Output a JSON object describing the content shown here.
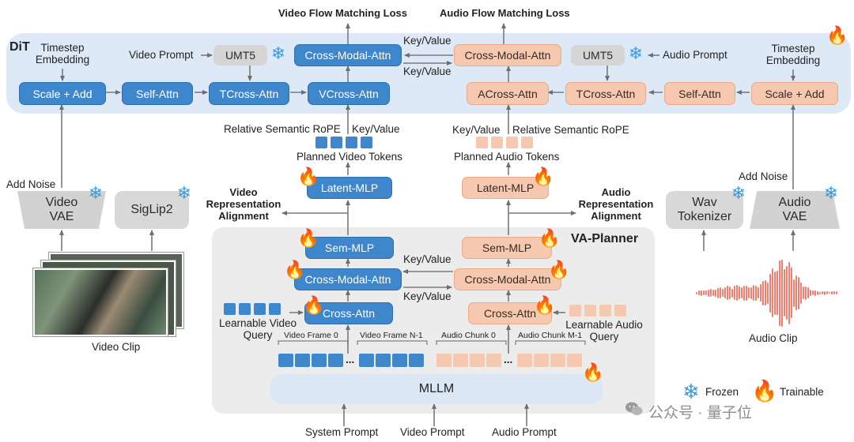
{
  "dit": {
    "title": "DiT",
    "video_loss": "Video Flow Matching Loss",
    "audio_loss": "Audio Flow Matching Loss",
    "timestep_left": "Timestep\nEmbedding",
    "timestep_right": "Timestep\nEmbedding",
    "video_prompt": "Video Prompt",
    "audio_prompt": "Audio Prompt",
    "umt5": "UMT5",
    "v_cross_modal": "Cross-Modal-Attn",
    "a_cross_modal": "Cross-Modal-Attn",
    "kv_top": "Key/Value",
    "kv_bottom": "Key/Value",
    "v_scale_add": "Scale + Add",
    "v_self_attn": "Self-Attn",
    "v_tcross": "TCross-Attn",
    "v_vcross": "VCross-Attn",
    "a_across": "ACross-Attn",
    "a_tcross": "TCross-Attn",
    "a_self_attn": "Self-Attn",
    "a_scale_add": "Scale + Add"
  },
  "middle": {
    "rel_rope_left": "Relative Semantic RoPE",
    "kv_left": "Key/Value",
    "kv_right": "Key/Value",
    "rel_rope_right": "Relative Semantic RoPE",
    "planned_video": "Planned Video Tokens",
    "planned_audio": "Planned Audio Tokens",
    "latent_mlp_v": "Latent-MLP",
    "latent_mlp_a": "Latent-MLP",
    "video_repr_align": "Video\nRepresentation\nAlignment",
    "audio_repr_align": "Audio\nRepresentation\nAlignment"
  },
  "encoders": {
    "add_noise_left": "Add Noise",
    "add_noise_right": "Add Noise",
    "video_vae": "Video\nVAE",
    "siglip2": "SigLip2",
    "wav_tokenizer": "Wav\nTokenizer",
    "audio_vae": "Audio\nVAE",
    "video_clip": "Video Clip",
    "audio_clip": "Audio Clip"
  },
  "planner": {
    "title": "VA-Planner",
    "sem_mlp_v": "Sem-MLP",
    "sem_mlp_a": "Sem-MLP",
    "cross_modal_v": "Cross-Modal-Attn",
    "cross_modal_a": "Cross-Modal-Attn",
    "kv_top": "Key/Value",
    "kv_bottom": "Key/Value",
    "cross_attn_v": "Cross-Attn",
    "cross_attn_a": "Cross-Attn",
    "learnable_video": "Learnable Video\nQuery",
    "learnable_audio": "Learnable Audio\nQuery",
    "video_frame_0": "Video Frame 0",
    "video_frame_n": "Video Frame N-1",
    "audio_chunk_0": "Audio Chunk 0",
    "audio_chunk_m": "Audio Chunk M-1",
    "ellipsis": "...",
    "mllm": "MLLM"
  },
  "prompts": {
    "system": "System Prompt",
    "video": "Video Prompt",
    "audio": "Audio Prompt"
  },
  "legend": {
    "frozen": "Frozen",
    "trainable": "Trainable"
  },
  "watermark": "公众号 · 量子位",
  "icons": {
    "frozen": "snowflake-icon",
    "trainable": "flame-icon",
    "watermark": "wechat-icon"
  },
  "colors": {
    "video_blue": "#3f87cc",
    "audio_orange": "#f6c8b0",
    "dit_panel": "#dde9f6",
    "planner_panel": "#ececec",
    "flame": "#f0621e",
    "snowflake": "#3a9be0"
  }
}
